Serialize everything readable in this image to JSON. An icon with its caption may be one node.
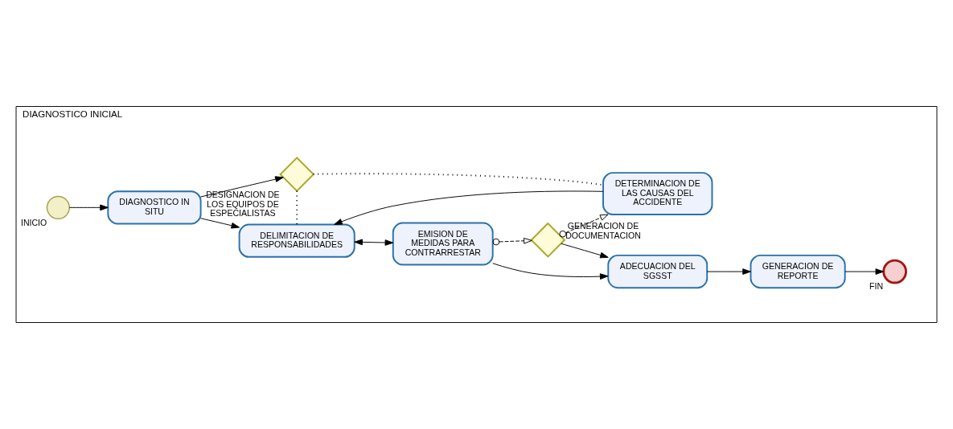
{
  "diagram": {
    "nodes": [
      {
        "text": [
          "DIAGNOSTICO INICIAL"
        ]
      },
      {
        "text": [],
        "shape": "circle",
        "beside": [
          "INICIO"
        ],
        "in": 0
      },
      {
        "text": [
          "DIAGNOSTICO IN SITU"
        ],
        "in": 0
      },
      {
        "text": [
          "DELIMITACION DE RESPONSABILIDADES"
        ],
        "in": 0
      },
      {
        "text": [
          "EMISION DE MEDIDAS PARA CONTRARRESTAR"
        ],
        "in": 0
      },
      {
        "text": [
          "ADECUACION DEL SGSST"
        ],
        "in": 0
      },
      {
        "text": [],
        "shape": "diamond",
        "beside": [
          "DESIGNACION DE LOS EQUIPOS DE ESPECIALISTAS"
        ],
        "in": 0
      },
      {
        "text": [
          "DETERMINACION DE LAS CAUSAS DEL ACCIDENTE"
        ],
        "in": 0
      },
      {
        "text": [],
        "shape": "diamond",
        "beside": [
          "GENERACION DE DOCUMENTACION"
        ],
        "in": 0
      },
      {
        "text": [
          "GENERACION DE REPORTE"
        ],
        "in": 0
      },
      {
        "text": [],
        "shape": "circle",
        "beside": [
          "FIN"
        ],
        "in": 0
      }
    ],
    "edges": [
      {
        "from": 1,
        "to": 2,
        "arrow": "to"
      },
      {
        "from": 2,
        "to": 3,
        "arrow": "to"
      },
      {
        "from": 3,
        "to": 4,
        "arrow": "both"
      },
      {
        "from": 4,
        "to": 5,
        "arrow": "to"
      },
      {
        "from": 2,
        "to": 6,
        "arrow": "to"
      },
      {
        "from": 6,
        "to": 3,
        "arrow": "none",
        "style": "dashed"
      },
      {
        "from": 6,
        "to": 7,
        "arrow": "none",
        "style": "dashed"
      },
      {
        "from": 7,
        "to": 3,
        "arrow": "to"
      },
      {
        "from": 4,
        "to": 8,
        "arrow": "to",
        "style": "dashed"
      },
      {
        "from": 8,
        "to": 7,
        "arrow": "to",
        "style": "dashed"
      },
      {
        "from": 8,
        "to": 5,
        "arrow": "to"
      },
      {
        "from": 5,
        "to": 9,
        "arrow": "to"
      },
      {
        "from": 9,
        "to": 10,
        "arrow": "to"
      }
    ]
  }
}
